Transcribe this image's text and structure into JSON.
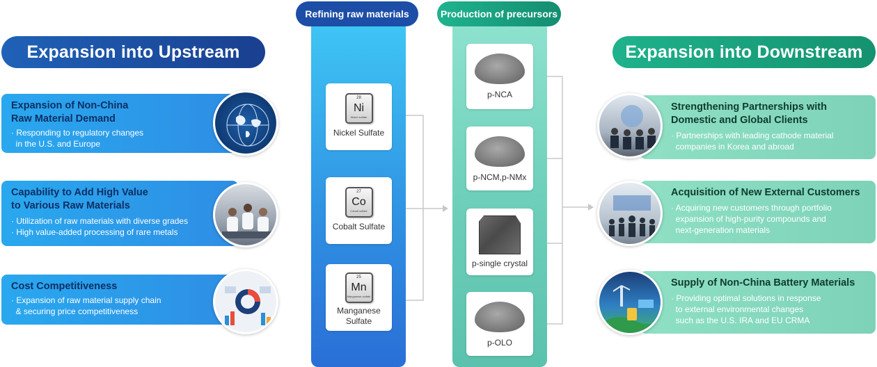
{
  "headers": {
    "upstream": "Expansion into Upstream",
    "downstream": "Expansion into Downstream",
    "refining": "Refining raw materials",
    "precursors": "Production of precursors"
  },
  "upstream_items": [
    {
      "title_1": "Expansion of Non-China",
      "title_2": "Raw Material Demand",
      "bullets": [
        "· Responding to regulatory changes",
        "  in the U.S. and Europe"
      ]
    },
    {
      "title_1": "Capability to Add High Value",
      "title_2": "to Various Raw Materials",
      "bullets": [
        "· Utilization of raw materials with diverse grades",
        "· High value-added processing of rare metals"
      ]
    },
    {
      "title_1": "Cost Competitiveness",
      "bullets": [
        "· Expansion of raw material supply chain",
        "  & securing price competitiveness"
      ]
    }
  ],
  "refining_items": [
    {
      "number": "28",
      "symbol": "Ni",
      "element_name": "Nickel sulfate",
      "label": "Nickel Sulfate"
    },
    {
      "number": "27",
      "symbol": "Co",
      "element_name": "Cobalt sulfate",
      "label": "Cobalt Sulfate"
    },
    {
      "number": "25",
      "symbol": "Mn",
      "element_name": "Manganese sulfate",
      "label_1": "Manganese",
      "label_2": "Sulfate"
    }
  ],
  "precursor_items": [
    {
      "label": "p-NCA"
    },
    {
      "label": "p-NCM,p-NMx"
    },
    {
      "label": "p-single crystal"
    },
    {
      "label": "p-OLO"
    }
  ],
  "downstream_items": [
    {
      "title_1": "Strengthening Partnerships with",
      "title_2": "Domestic and Global Clients",
      "bullets": [
        "· Partnerships with leading cathode material",
        "  companies in Korea and abroad"
      ]
    },
    {
      "title_1": "Acquisition of New External Customers",
      "bullets": [
        "· Acquiring new customers through portfolio",
        "  expansion of high-purity compounds and",
        "  next-generation materials"
      ]
    },
    {
      "title_1": "Supply of Non-China Battery Materials",
      "bullets": [
        "· Providing optimal solutions in response",
        "  to external environmental changes",
        "  such as the U.S. IRA and EU CRMA"
      ]
    }
  ]
}
